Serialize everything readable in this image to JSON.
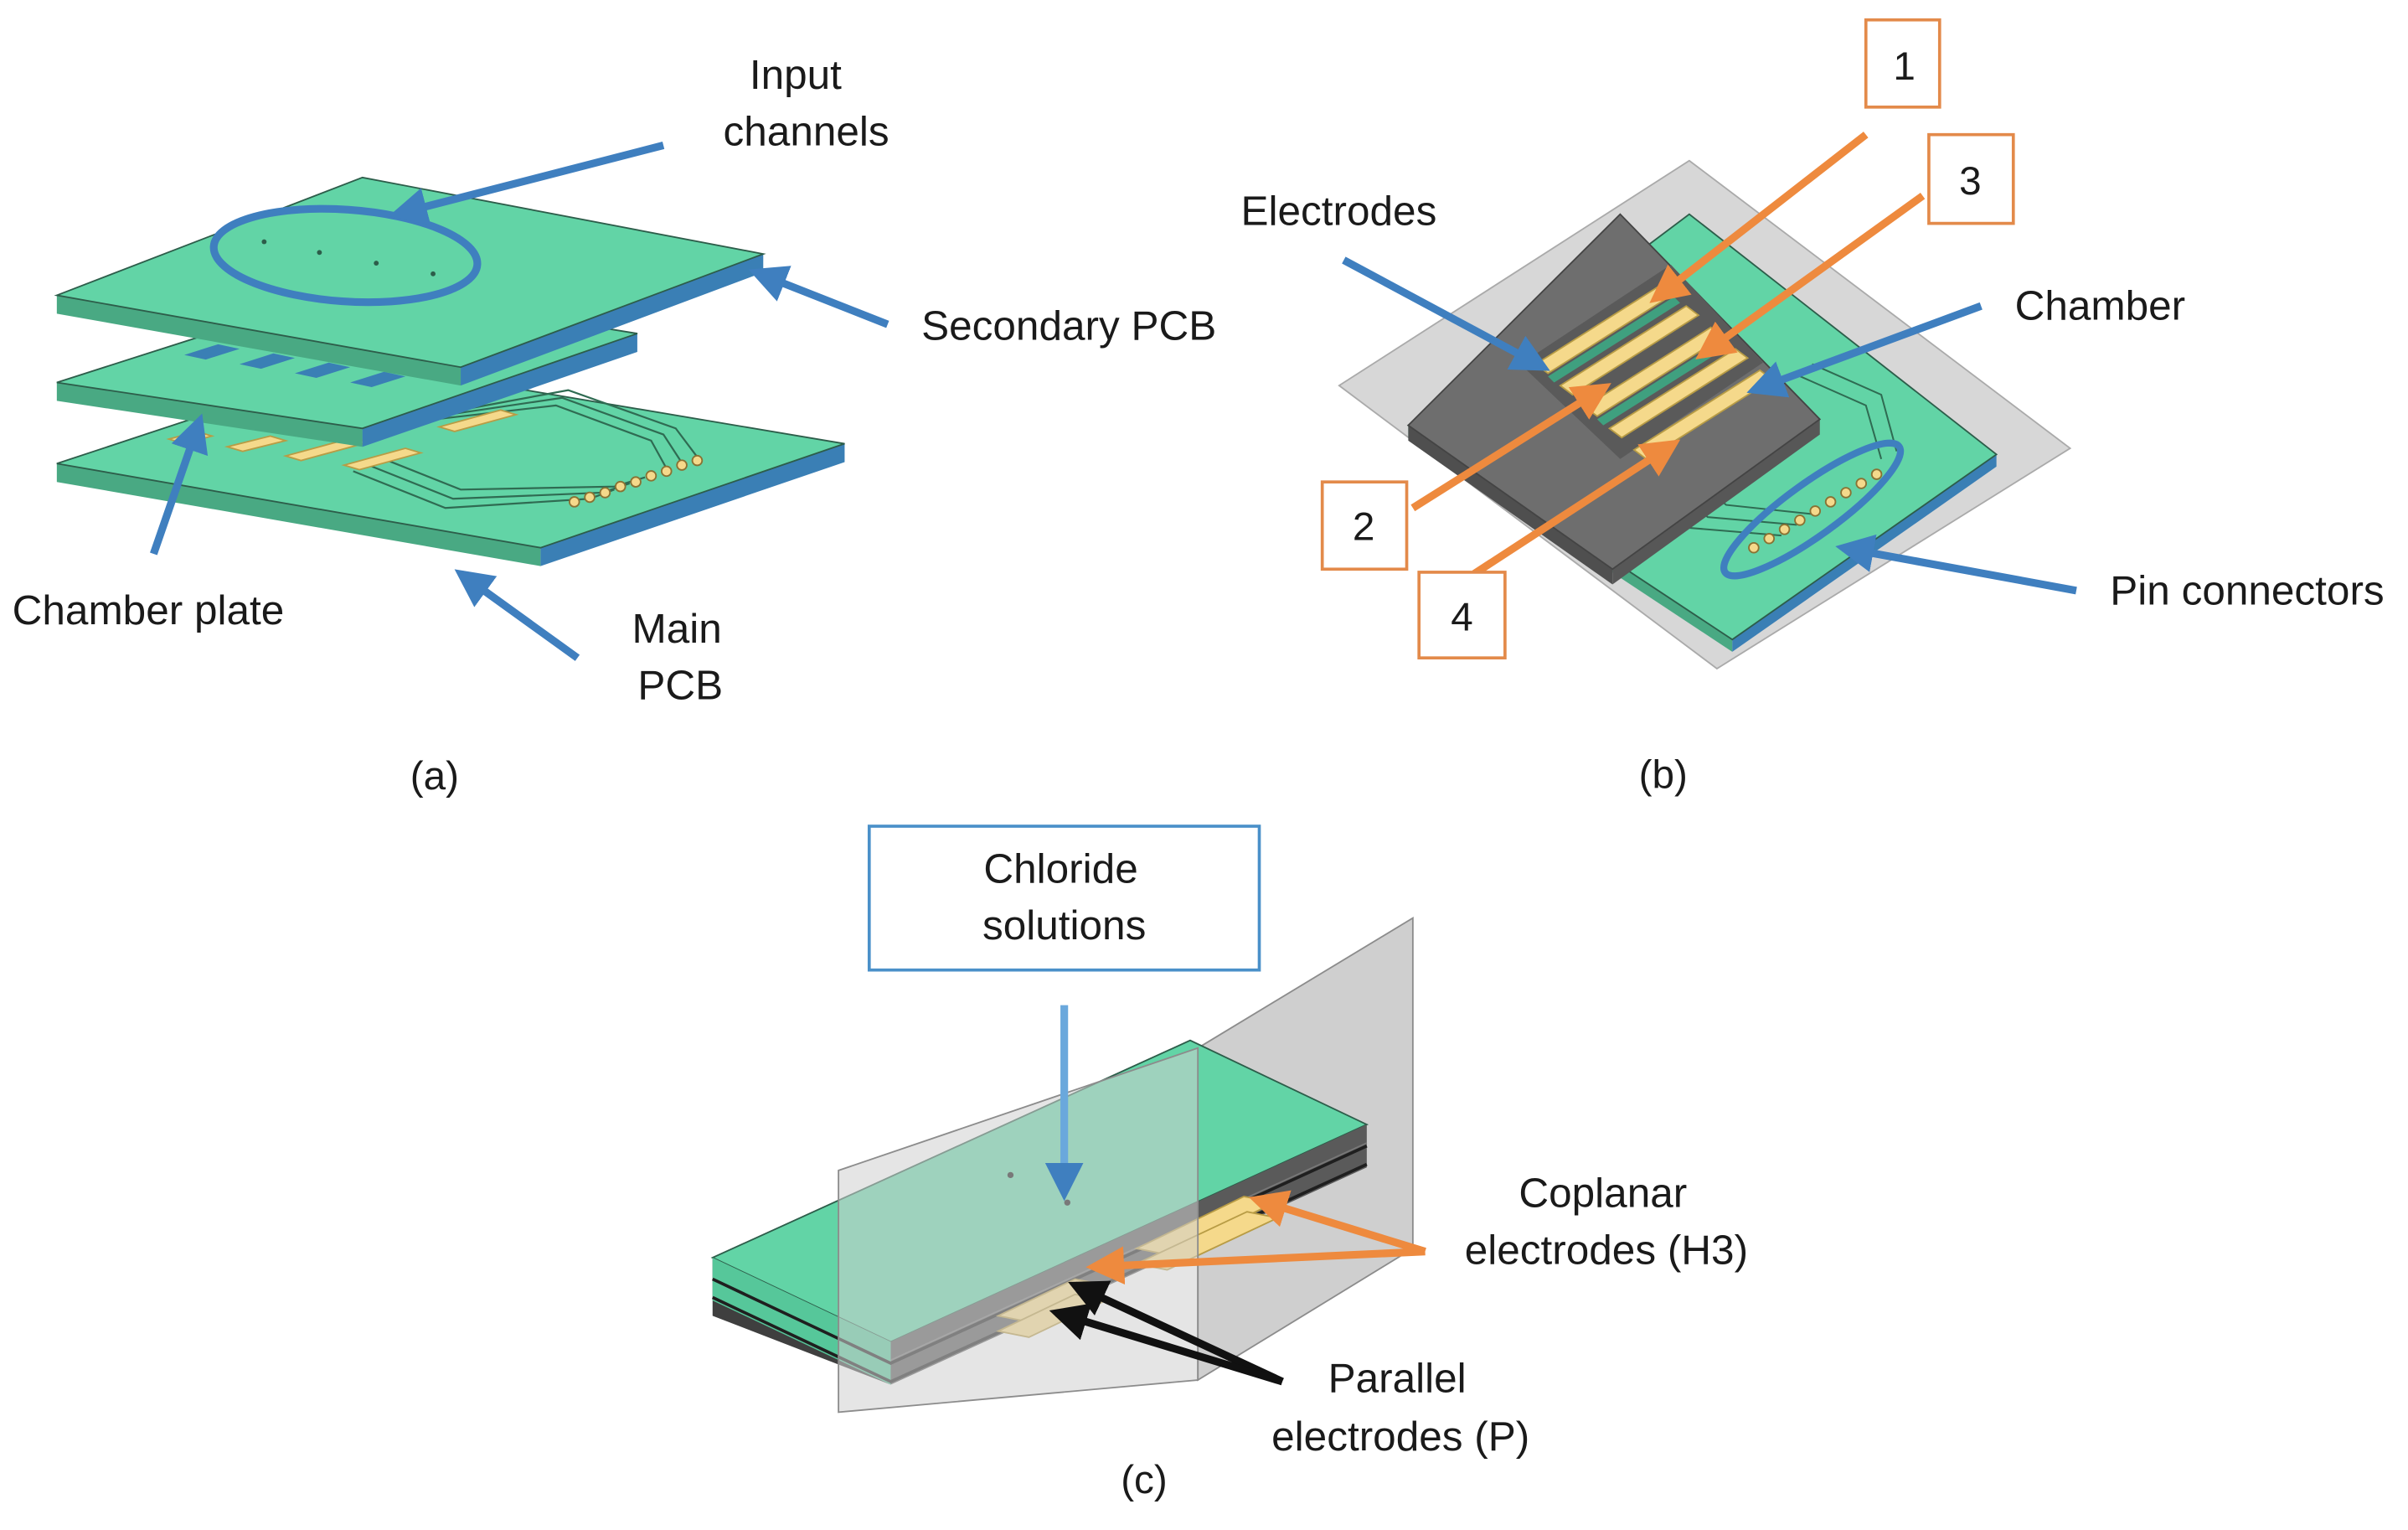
{
  "colors": {
    "pcb_green": "#62d4a6",
    "pcb_green_dark": "#52b58e",
    "pcb_edge_blue": "#3a7fb5",
    "copper_gold": "#f5d98b",
    "chamber_gray": "#6e6e6e",
    "glass_gray": "#cfcfcf",
    "arrow_blue": "#3f7fbf",
    "arrow_orange": "#ee8a3e",
    "arrow_black": "#111111",
    "box_orange": "#e38a4a",
    "box_blue": "#4a90c9"
  },
  "panel_a": {
    "caption": "(a)",
    "labels": {
      "input_channels": [
        "Input",
        "channels"
      ],
      "secondary_pcb": "Secondary PCB",
      "chamber_plate": "Chamber plate",
      "main_pcb": [
        "Main",
        "PCB"
      ]
    }
  },
  "panel_b": {
    "caption": "(b)",
    "labels": {
      "electrodes": "Electrodes",
      "chamber": "Chamber",
      "pin_connectors": "Pin connectors"
    },
    "numbers": [
      "1",
      "2",
      "3",
      "4"
    ]
  },
  "panel_c": {
    "caption": "(c)",
    "labels": {
      "chloride": [
        "Chloride",
        "solutions"
      ],
      "coplanar": [
        "Coplanar",
        "electrodes (H3)"
      ],
      "parallel": [
        "Parallel",
        "electrodes (P)"
      ]
    }
  }
}
